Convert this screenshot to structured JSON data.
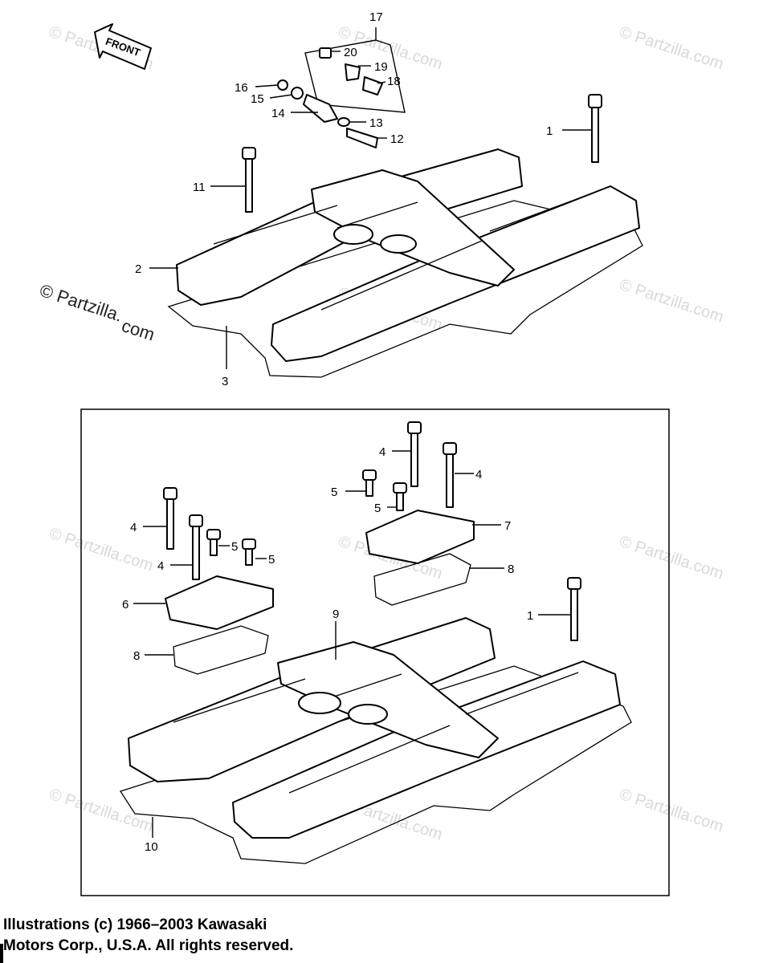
{
  "front_arrow": {
    "label": "FRONT"
  },
  "watermarks": {
    "small": "© Partzilla.com",
    "main_line1": "© Partzilla.",
    "main_line2": "com"
  },
  "callouts": {
    "n1": "1",
    "n2": "2",
    "n3": "3",
    "n4": "4",
    "n5": "5",
    "n6": "6",
    "n7": "7",
    "n8": "8",
    "n9": "9",
    "n10": "10",
    "n11": "11",
    "n12": "12",
    "n13": "13",
    "n14": "14",
    "n15": "15",
    "n16": "16",
    "n17": "17",
    "n18": "18",
    "n19": "19",
    "n20": "20"
  },
  "caption": {
    "line1": "Illustrations (c) 1966–2003 Kawasaki",
    "line2": "Motors Corp., U.S.A.  All rights reserved."
  }
}
